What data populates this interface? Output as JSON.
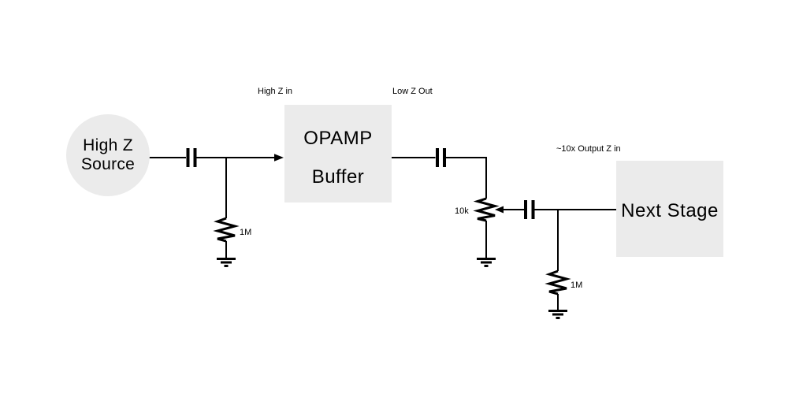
{
  "canvas": {
    "background": "#ffffff",
    "node_fill": "#ebebeb",
    "line_color": "#000000",
    "text_color": "#000000"
  },
  "nodes": {
    "source": {
      "line1": "High Z",
      "line2": "Source"
    },
    "opamp": {
      "line1": "OPAMP",
      "line2": "Buffer"
    },
    "next_stage": {
      "label": "Next Stage"
    }
  },
  "annotations": {
    "opamp_input": "High Z in",
    "opamp_output": "Low Z Out",
    "next_stage_input": "~10x Output Z in"
  },
  "components": {
    "input_shunt_resistor_value": "1M",
    "potentiometer_value": "10k",
    "output_shunt_resistor_value": "1M"
  }
}
